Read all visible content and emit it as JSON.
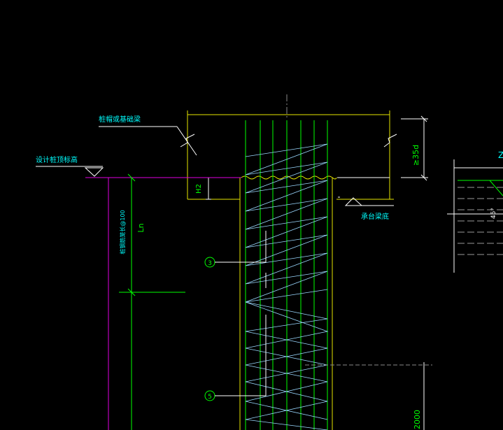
{
  "drawing": {
    "background": "#000000",
    "colors": {
      "yellow": "#e6e600",
      "green": "#00ff00",
      "cyan": "#00ffff",
      "magenta": "#e000e0",
      "white": "#ffffff",
      "blue": "#4ab0ff",
      "gray": "#8a8a8a",
      "spiral": "#9ad9ff"
    },
    "labels": {
      "pile_cap_or_beam": "桩帽或基础梁",
      "design_pile_top_elevation": "设计桩顶标高",
      "cap_beam_bottom": "承台梁底",
      "anchor_length": "≥35d",
      "h2": "H2",
      "ln": "Ln",
      "vertical_note": "桩钢筋笼长@100",
      "callout_3": "3",
      "callout_5": "5",
      "dim_2000": "2000",
      "angle": "45°",
      "right_detail_title": "Z"
    }
  }
}
